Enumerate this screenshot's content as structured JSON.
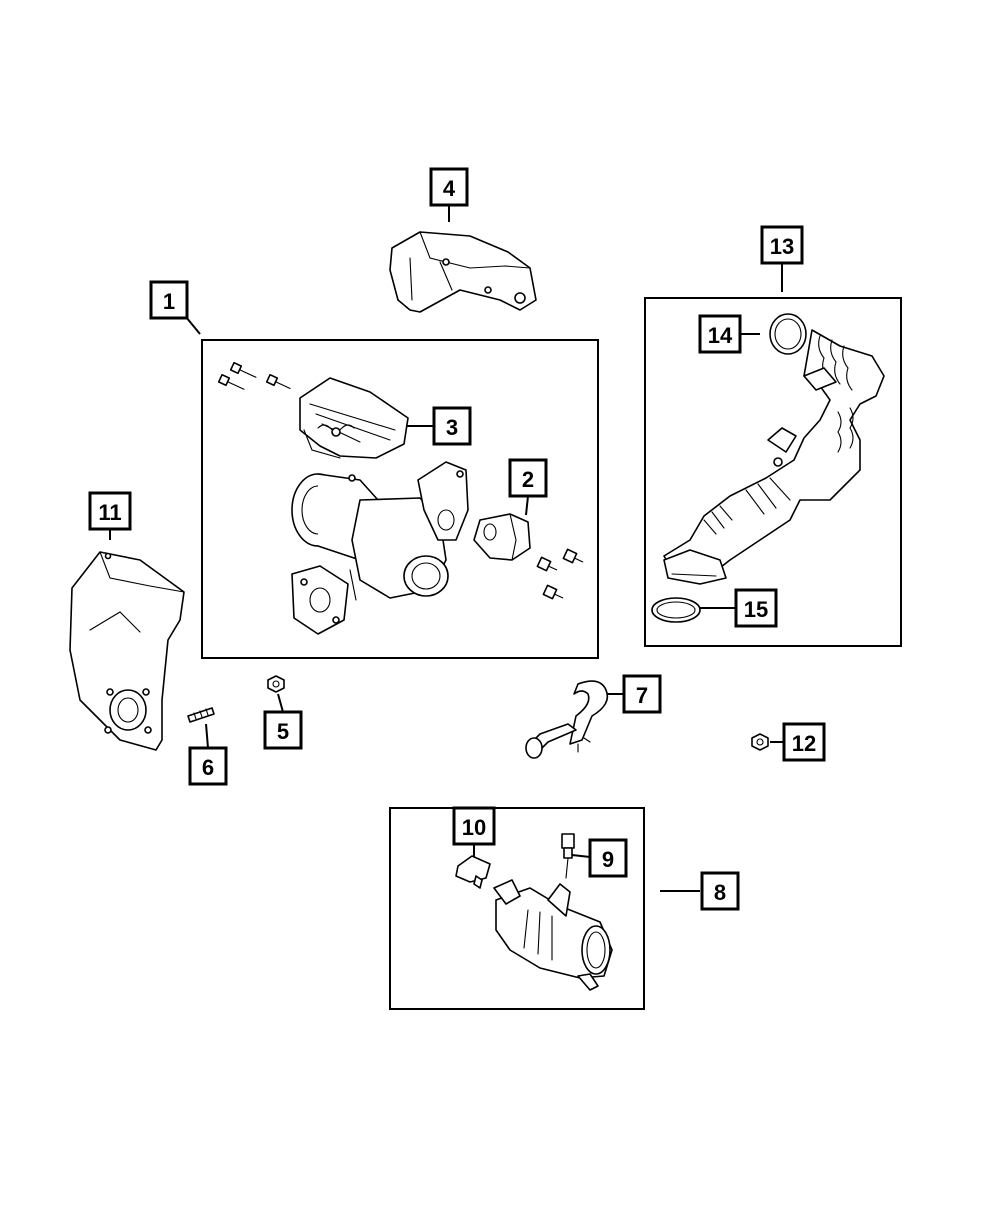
{
  "callouts": {
    "c1": "1",
    "c2": "2",
    "c3": "3",
    "c4": "4",
    "c5": "5",
    "c6": "6",
    "c7": "7",
    "c8": "8",
    "c9": "9",
    "c10": "10",
    "c11": "11",
    "c12": "12",
    "c13": "13",
    "c14": "14",
    "c15": "15"
  },
  "colors": {
    "ink": "#000000",
    "paper": "#ffffff",
    "shade": "#d9d9d9"
  }
}
